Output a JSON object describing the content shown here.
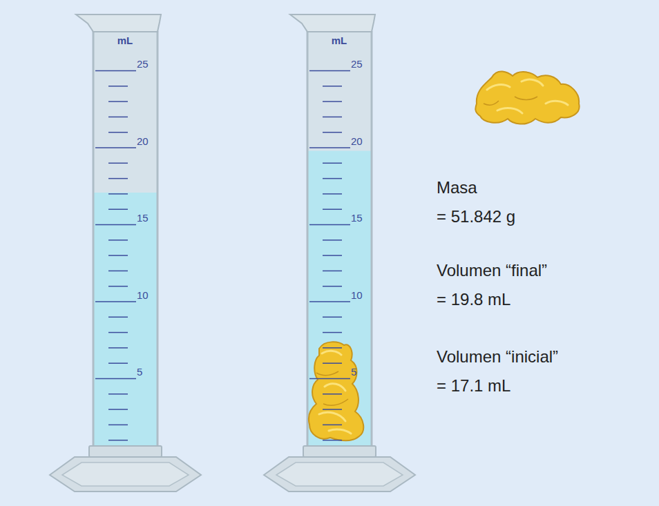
{
  "diagram": {
    "labels": [
      "mL",
      "25",
      "20",
      "15",
      "10",
      "5",
      "mL",
      "25",
      "20",
      "15",
      "10",
      "5",
      "Masa",
      "= 51.842 g",
      "Volumen “final”",
      "= 19.8 mL",
      "Volumen “inicial”",
      "= 17.1 mL"
    ]
  }
}
